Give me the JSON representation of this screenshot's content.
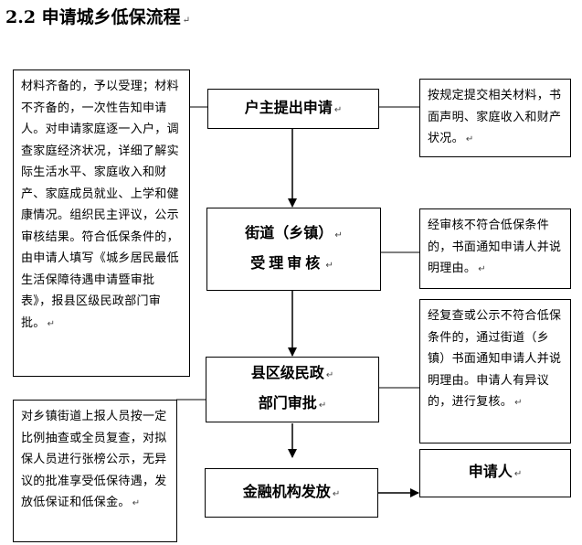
{
  "title": "2.2 申请城乡低保流程",
  "para_mark": "↵",
  "flow": {
    "apply": "户主提出申请",
    "street_line1": "街道（乡镇）",
    "street_line2": "受理审核",
    "county_line1": "县区级民政",
    "county_line2": "部门审批",
    "bank": "金融机构发放",
    "applicant": "申请人"
  },
  "notes": {
    "left_top": "材料齐备的，予以受理；材料不齐备的，一次性告知申请人。对申请家庭逐一入户，调查家庭经济状况，详细了解实际生活水平、家庭收入和财产、家庭成员就业、上学和健康情况。组织民主评议，公示审核结果。符合低保条件的，由申请人填写《城乡居民最低生活保障待遇申请暨审批表》，报县区级民政部门审批。",
    "right_top": "按规定提交相关材料，书面声明、家庭收入和财产状况。",
    "right_mid": "经审核不符合低保条件的，书面通知申请人并说明理由。",
    "right_bottom": "经复查或公示不符合低保条件的，通过街道（乡镇）书面通知申请人并说明理由。申请人有异议的，进行复核。",
    "left_bottom": "对乡镇街道上报人员按一定比例抽查或全员复查，对拟保人员进行张榜公示，无异议的批准享受低保待遇，发放低保证和低保金。"
  }
}
